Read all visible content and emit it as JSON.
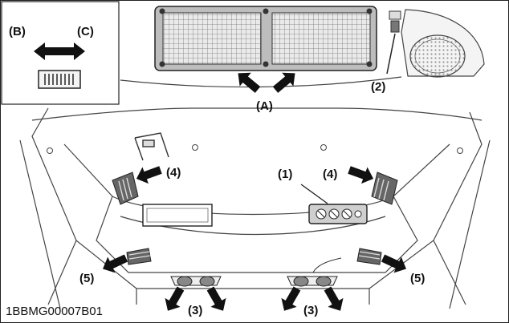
{
  "inset": {
    "left_label": "(B)",
    "right_label": "(C)"
  },
  "labels": {
    "A": "(A)",
    "n1": "(1)",
    "n2": "(2)",
    "n3_left": "(3)",
    "n3_right": "(3)",
    "n4_left": "(4)",
    "n4_right": "(4)",
    "n5_left": "(5)",
    "n5_right": "(5)"
  },
  "figure_code": "1BBMG00007B01",
  "colors": {
    "line": "#333333",
    "fill_light": "#f2f2f2",
    "fill_mid": "#d8d8d8",
    "ink": "#111111"
  }
}
